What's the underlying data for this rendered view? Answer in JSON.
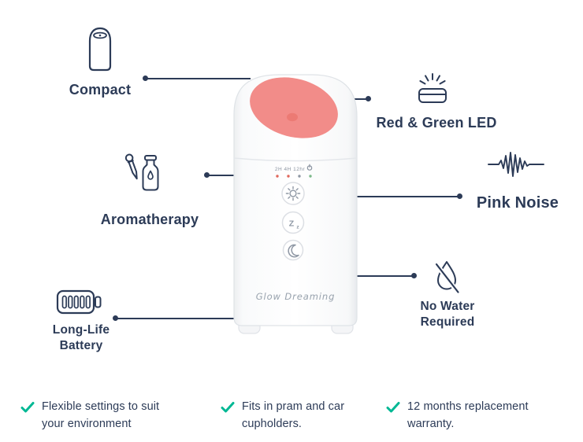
{
  "colors": {
    "text": "#2c3b57",
    "connector": "#2c3b57",
    "check": "#00b894",
    "device_pink": "#f28c89",
    "device_pink_deep": "#ec7a74"
  },
  "callouts": {
    "compact": {
      "label": "Compact"
    },
    "led": {
      "label": "Red & Green LED"
    },
    "aromatherapy": {
      "label": "Aromatherapy"
    },
    "pink_noise": {
      "label": "Pink Noise"
    },
    "battery": {
      "label": "Long-Life Battery"
    },
    "no_water": {
      "label": "No Water Required"
    }
  },
  "device": {
    "timer_labels": "2H 4H 12hr",
    "sleep_z_big": "Z",
    "sleep_z_small": "z",
    "brand": "Glow Dreaming",
    "indicator_dot_colors": [
      "#e0685c",
      "#e0685c",
      "#8e97a4",
      "#7cb98a"
    ]
  },
  "features": [
    {
      "text": "Flexible settings to suit your environment"
    },
    {
      "text": "Fits in pram and car cupholders."
    },
    {
      "text": "12 months replacement warranty."
    }
  ]
}
